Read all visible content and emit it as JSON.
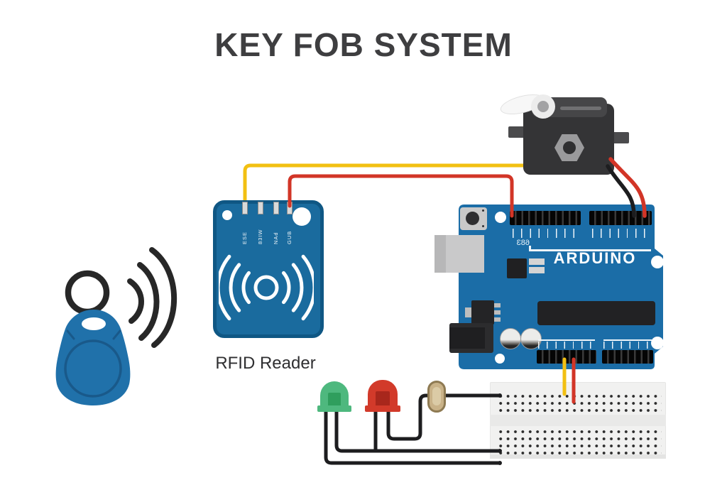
{
  "title": {
    "text": "KEY FOB SYSTEM"
  },
  "rfid_reader": {
    "caption": "RFID Reader",
    "pin_labels": [
      "ESE",
      "83IW",
      "NAd",
      "GUB"
    ]
  },
  "arduino": {
    "brand": "ARDUINO",
    "silkscreen_number": "683"
  },
  "components": [
    "key fob with key ring",
    "wireless signal waves",
    "RFID reader module",
    "Arduino Uno board",
    "servo motor with horn",
    "solderless breadboard",
    "green LED",
    "red LED",
    "inline fuse / crystal component"
  ],
  "connections": [
    {
      "color": "yellow",
      "from": "RFID reader pin 1",
      "to": "servo motor (routed behind servo)"
    },
    {
      "color": "red",
      "from": "RFID reader pin 4",
      "to": "Arduino top-left digital header, pin 1"
    },
    {
      "color": "black",
      "from": "servo motor",
      "to": "Arduino top-right digital header"
    },
    {
      "color": "red",
      "from": "servo motor",
      "to": "Arduino top-right digital header"
    },
    {
      "color": "yellow",
      "from": "Arduino bottom header",
      "to": "breadboard top section row 1"
    },
    {
      "color": "red",
      "from": "Arduino bottom header",
      "to": "breadboard top section row 2"
    },
    {
      "color": "black",
      "from": "red LED right leg",
      "to": "breadboard top section row 1 (behind fuse)"
    },
    {
      "color": "black",
      "from": "green LED right leg + red LED left leg",
      "to": "breadboard bottom section last row"
    },
    {
      "color": "black",
      "from": "green LED left leg",
      "to": "breadboard bottom edge"
    }
  ],
  "colors": {
    "background": "#ffffff",
    "title_text": "#3e3e40",
    "board_blue": "#1b6da7",
    "rfid_blue": "#1a6b9e",
    "rfid_border": "#0f5784",
    "fob_blue": "#2071aa",
    "wire_yellow": "#f2c012",
    "wire_red": "#d23527",
    "wire_black": "#1d1d1f",
    "led_green": "#4eb87e",
    "led_red": "#d23a2a",
    "fuse_tan": "#c9b288",
    "servo_dark": "#343436",
    "breadboard": "#f1f1f0"
  }
}
